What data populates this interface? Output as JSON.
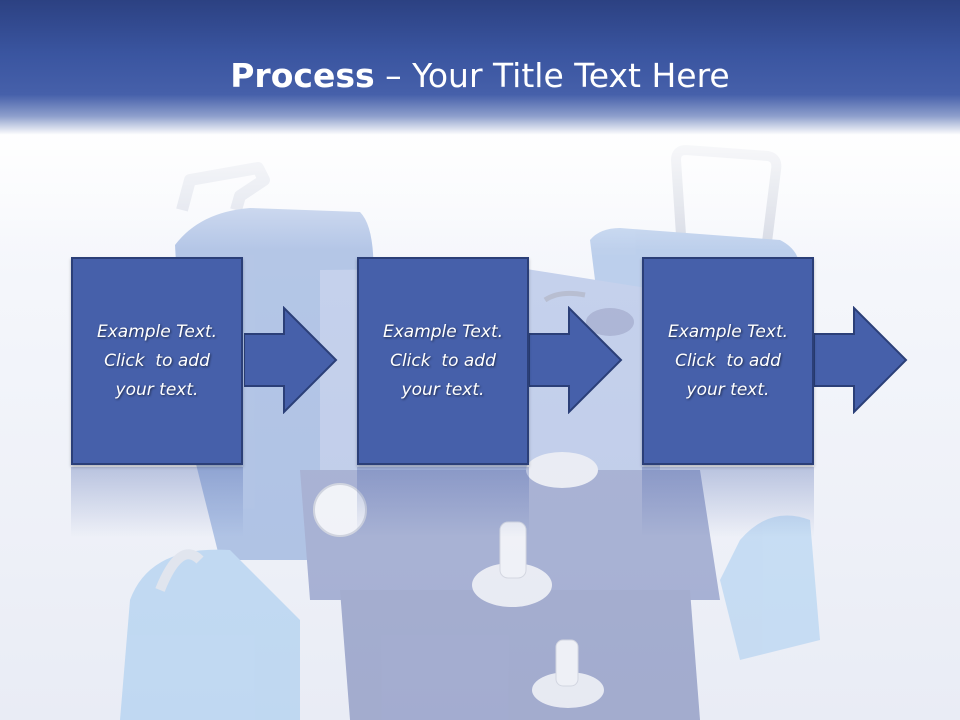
{
  "slide": {
    "title_bold": "Process",
    "title_rest": " – Your Title Text Here"
  },
  "steps": [
    {
      "line1": "Example Text.",
      "line2": "Click  to add",
      "line3": "your text."
    },
    {
      "line1": "Example Text.",
      "line2": "Click  to add",
      "line3": "your text."
    },
    {
      "line1": "Example Text.",
      "line2": "Click  to add",
      "line3": "your text."
    }
  ],
  "colors": {
    "header": "#3a55a0",
    "box_fill": "#4660aa",
    "box_border": "#2b3f78",
    "text": "#ffffff"
  },
  "background_image": "luggage-suitcases"
}
